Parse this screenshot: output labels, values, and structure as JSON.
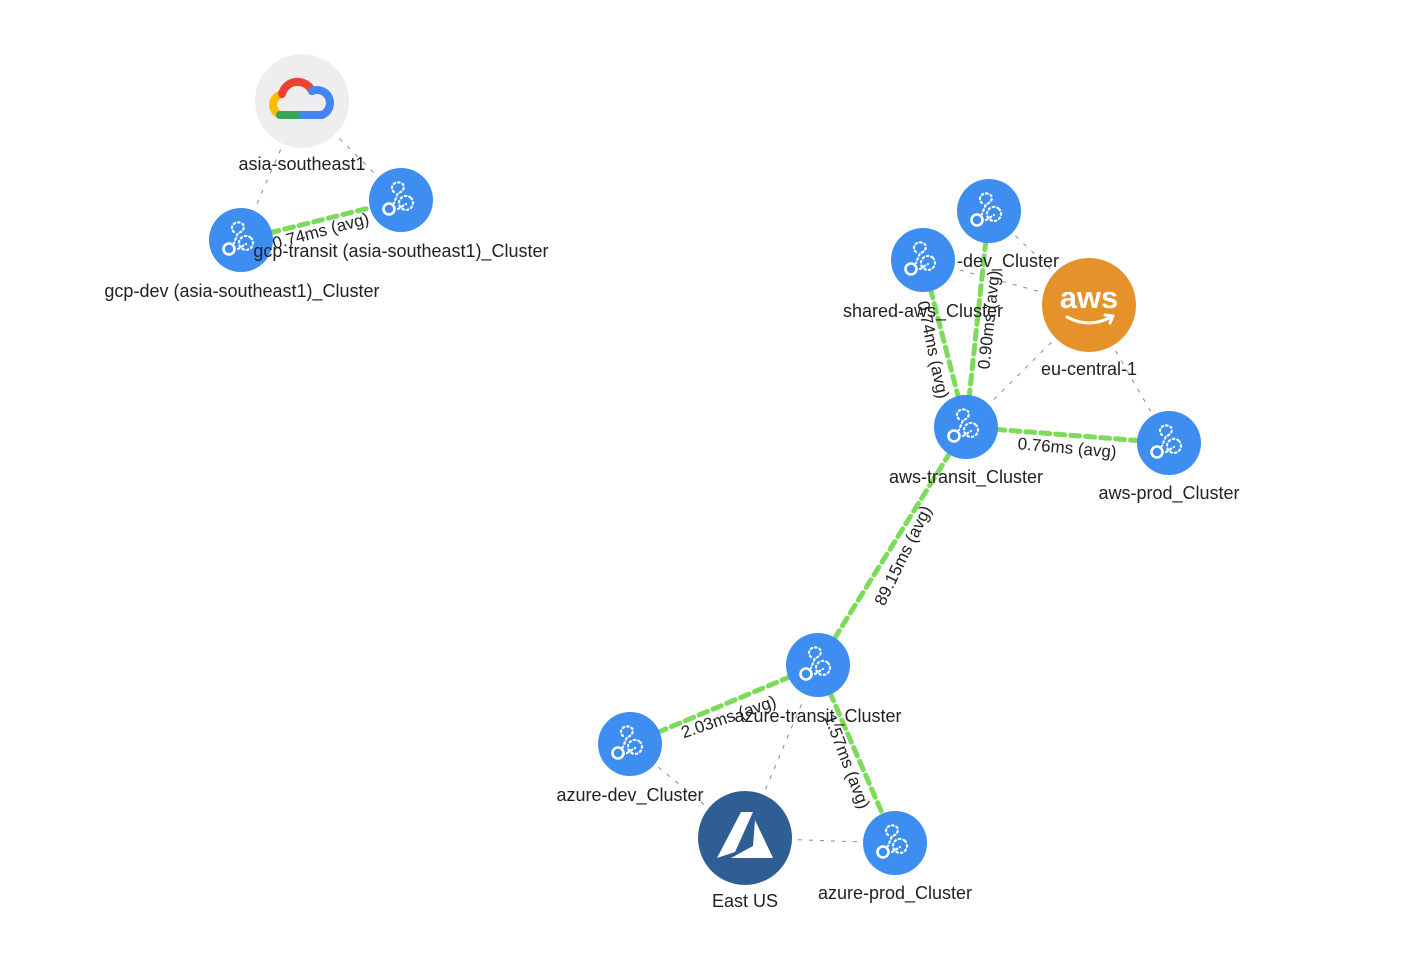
{
  "colors": {
    "cluster_fill": "#3d8ef0",
    "link_green": "#7ddb5c",
    "membership_gray": "#8a8a8a",
    "aws_orange": "#e5922a",
    "azure_blue": "#2f5e94",
    "gcp_bg": "#eeeeee"
  },
  "regions": [
    {
      "id": "gcp",
      "label": "asia-southeast1",
      "provider": "gcp",
      "icon": "google-cloud-icon"
    },
    {
      "id": "aws",
      "label": "eu-central-1",
      "provider": "aws",
      "icon": "aws-icon",
      "logo_text": "aws"
    },
    {
      "id": "azure",
      "label": "East US",
      "provider": "azure",
      "icon": "azure-icon"
    }
  ],
  "clusters": [
    {
      "id": "gcp_dev",
      "label": "gcp-dev (asia-southeast1)_Cluster",
      "icon": "service-mesh-icon"
    },
    {
      "id": "gcp_transit",
      "label": "gcp-transit (asia-southeast1)_Cluster",
      "icon": "service-mesh-icon"
    },
    {
      "id": "aws_dev",
      "label": "-dev_Cluster",
      "icon": "service-mesh-icon"
    },
    {
      "id": "shared_aws",
      "label": "shared-aws_Cluster",
      "icon": "service-mesh-icon"
    },
    {
      "id": "aws_transit",
      "label": "aws-transit_Cluster",
      "icon": "service-mesh-icon"
    },
    {
      "id": "aws_prod",
      "label": "aws-prod_Cluster",
      "icon": "service-mesh-icon"
    },
    {
      "id": "azure_transit",
      "label": "azure-transit_Cluster",
      "icon": "service-mesh-icon"
    },
    {
      "id": "azure_dev",
      "label": "azure-dev_Cluster",
      "icon": "service-mesh-icon"
    },
    {
      "id": "azure_prod",
      "label": "azure-prod_Cluster",
      "icon": "service-mesh-icon"
    }
  ],
  "links": [
    {
      "id": "l1",
      "from": "gcp_dev",
      "to": "gcp_transit",
      "label": "0.74ms (avg)"
    },
    {
      "id": "l2",
      "from": "shared_aws",
      "to": "aws_transit",
      "label": "0.74ms (avg)"
    },
    {
      "id": "l3",
      "from": "aws_dev",
      "to": "aws_transit",
      "label": "0.90ms (avg)"
    },
    {
      "id": "l4",
      "from": "aws_transit",
      "to": "aws_prod",
      "label": "0.76ms (avg)"
    },
    {
      "id": "l5",
      "from": "aws_transit",
      "to": "azure_transit",
      "label": "89.15ms (avg)"
    },
    {
      "id": "l6",
      "from": "azure_dev",
      "to": "azure_transit",
      "label": "2.03ms (avg)"
    },
    {
      "id": "l7",
      "from": "azure_transit",
      "to": "azure_prod",
      "label": "1.57ms (avg)"
    }
  ],
  "memberships": [
    {
      "region": "gcp",
      "cluster": "gcp_dev"
    },
    {
      "region": "gcp",
      "cluster": "gcp_transit"
    },
    {
      "region": "aws",
      "cluster": "aws_dev"
    },
    {
      "region": "aws",
      "cluster": "shared_aws"
    },
    {
      "region": "aws",
      "cluster": "aws_transit"
    },
    {
      "region": "aws",
      "cluster": "aws_prod"
    },
    {
      "region": "azure",
      "cluster": "azure_transit"
    },
    {
      "region": "azure",
      "cluster": "azure_dev"
    },
    {
      "region": "azure",
      "cluster": "azure_prod"
    }
  ]
}
